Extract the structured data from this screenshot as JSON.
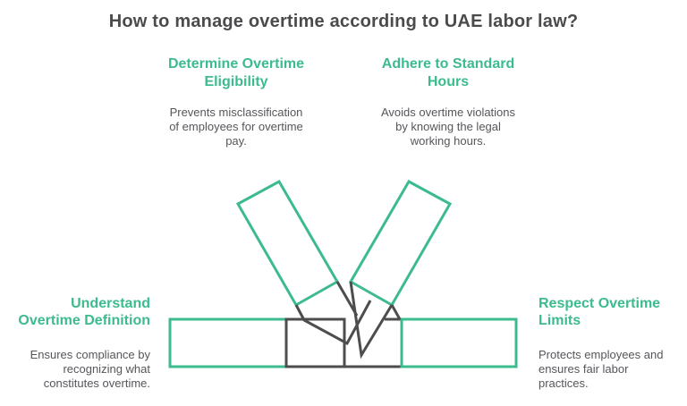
{
  "title": "How to manage overtime according to UAE labor law?",
  "colors": {
    "accent_green": "#3cbb8e",
    "title_gray": "#4a4b4d",
    "body_gray": "#55565a",
    "shape_gray": "#4d4d4d",
    "background": "#ffffff"
  },
  "steps": [
    {
      "id": "determine-overtime-eligibility",
      "position": "top-left",
      "title": "Determine Overtime Eligibility",
      "title_lines": [
        "Determine Overtime",
        "Eligibility"
      ],
      "description": "Prevents misclassification of employees for overtime pay.",
      "description_lines": [
        "Prevents misclassification",
        "of employees for overtime",
        "pay."
      ]
    },
    {
      "id": "adhere-to-standard-hours",
      "position": "top-right",
      "title": "Adhere to Standard Hours",
      "title_lines": [
        "Adhere to Standard",
        "Hours"
      ],
      "description": "Avoids overtime violations by knowing the legal working hours.",
      "description_lines": [
        "Avoids overtime violations",
        "by knowing the legal",
        "working hours."
      ]
    },
    {
      "id": "understand-overtime-definition",
      "position": "bottom-left",
      "title": "Understand Overtime Definition",
      "title_lines": [
        "Understand",
        "Overtime Definition"
      ],
      "description": "Ensures compliance by recognizing what constitutes overtime.",
      "description_lines": [
        "Ensures compliance by",
        "recognizing what",
        "constitutes overtime."
      ]
    },
    {
      "id": "respect-overtime-limits",
      "position": "bottom-right",
      "title": "Respect Overtime Limits",
      "title_lines": [
        "Respect Overtime",
        "Limits"
      ],
      "description": "Protects employees and ensures fair labor practices.",
      "description_lines": [
        "Protects employees and",
        "ensures fair labor",
        "practices."
      ]
    }
  ]
}
